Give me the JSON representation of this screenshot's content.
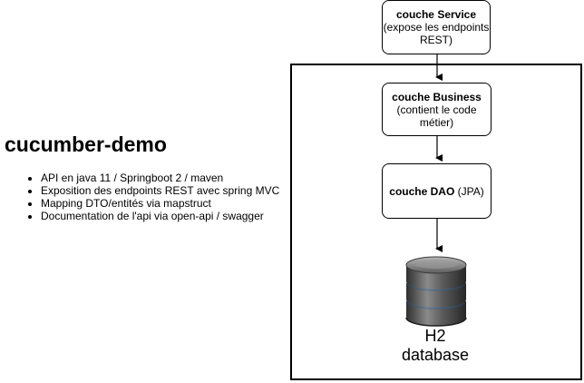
{
  "left_panel": {
    "title": "cucumber-demo",
    "features": [
      "API en java 11 / Springboot 2 / maven",
      "Exposition des endpoints REST avec spring MVC",
      "Mapping DTO/entités via mapstruct",
      "Documentation de l'api via open-api / swagger"
    ]
  },
  "diagram": {
    "service": {
      "name": "couche Service",
      "desc_line1": "(expose les endpoints",
      "desc_line2": "REST)"
    },
    "business": {
      "name": "couche Business",
      "desc_line1": "(contient le code",
      "desc_line2": "métier)"
    },
    "dao": {
      "name": "couche DAO",
      "desc": "(JPA)"
    },
    "database": {
      "line1": "H2",
      "line2": "database",
      "icon": "database-icon"
    }
  },
  "colors": {
    "stroke": "#000000",
    "db_highlight": "#4da3ff",
    "db_body": "#5a5a5a"
  }
}
